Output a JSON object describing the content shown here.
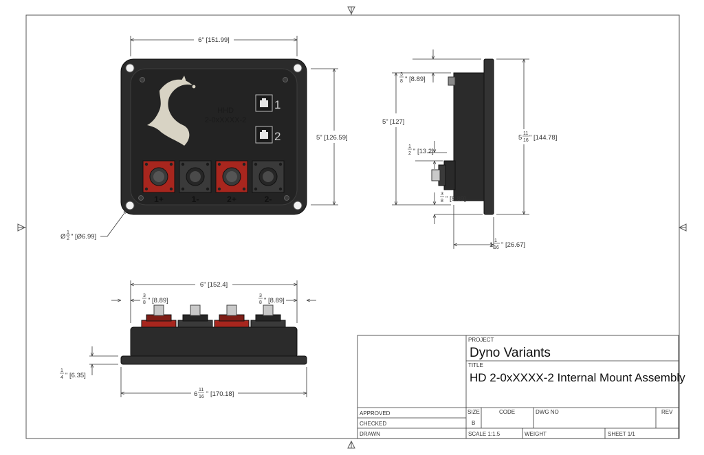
{
  "title_block": {
    "project_label": "PROJECT",
    "project_value": "Dyno Variants",
    "title_label": "TITLE",
    "title_value": "HD 2-0xXXXX-2 Internal Mount Assembly",
    "approved_label": "APPROVED",
    "checked_label": "CHECKED",
    "drawn_label": "DRAWN",
    "size_label": "SIZE",
    "size_value": "B",
    "code_label": "CODE",
    "dwg_no_label": "DWG NO",
    "rev_label": "REV",
    "scale_text": "SCALE 1:1.5",
    "weight_label": "WEIGHT",
    "sheet_text": "SHEET 1/1"
  },
  "front_view": {
    "width_dim": "6\" [151.99]",
    "height_dim": "5\" [126.59]",
    "hole_dim_prefix": "Ø",
    "hole_dim_frac_num": "1",
    "hole_dim_frac_den": "2",
    "hole_dim_suffix": "\" [Ø6.99]",
    "plate_line1": "HHD",
    "plate_line2": "2-0xXXXX-2",
    "port_labels": [
      "1",
      "2"
    ],
    "terminal_labels": [
      "1+",
      "1-",
      "2+",
      "2-"
    ]
  },
  "side_view": {
    "top_offset_num": "3",
    "top_offset_den": "8",
    "top_offset_suffix": "\" [8.89]",
    "height_dim": "5\" [127]",
    "mid_offset_num": "1",
    "mid_offset_den": "2",
    "mid_offset_suffix": "\" [13.2]",
    "low_offset_num": "3",
    "low_offset_den": "8",
    "low_offset_suffix": "\" [8.89]",
    "overall_height_whole": "5",
    "overall_height_num": "11",
    "overall_height_den": "16",
    "overall_height_suffix": "\" [144.78]",
    "depth_whole": "1",
    "depth_num": "1",
    "depth_den": "16",
    "depth_suffix": "\" [26.67]"
  },
  "bottom_view": {
    "width_dim": "6\" [152.4]",
    "left_offset_num": "3",
    "left_offset_den": "8",
    "left_offset_suffix": "\" [8.89]",
    "right_offset_num": "3",
    "right_offset_den": "8",
    "right_offset_suffix": "\" [8.89]",
    "flange_num": "1",
    "flange_den": "4",
    "flange_suffix": "\" [6.35]",
    "overall_width_whole": "6",
    "overall_width_num": "11",
    "overall_width_den": "16",
    "overall_width_suffix": "\" [170.18]"
  },
  "colors": {
    "enclosure": "#2b2b2b",
    "terminal_red": "#a8261e",
    "terminal_dark": "#3a3a3a",
    "line": "#333333"
  }
}
